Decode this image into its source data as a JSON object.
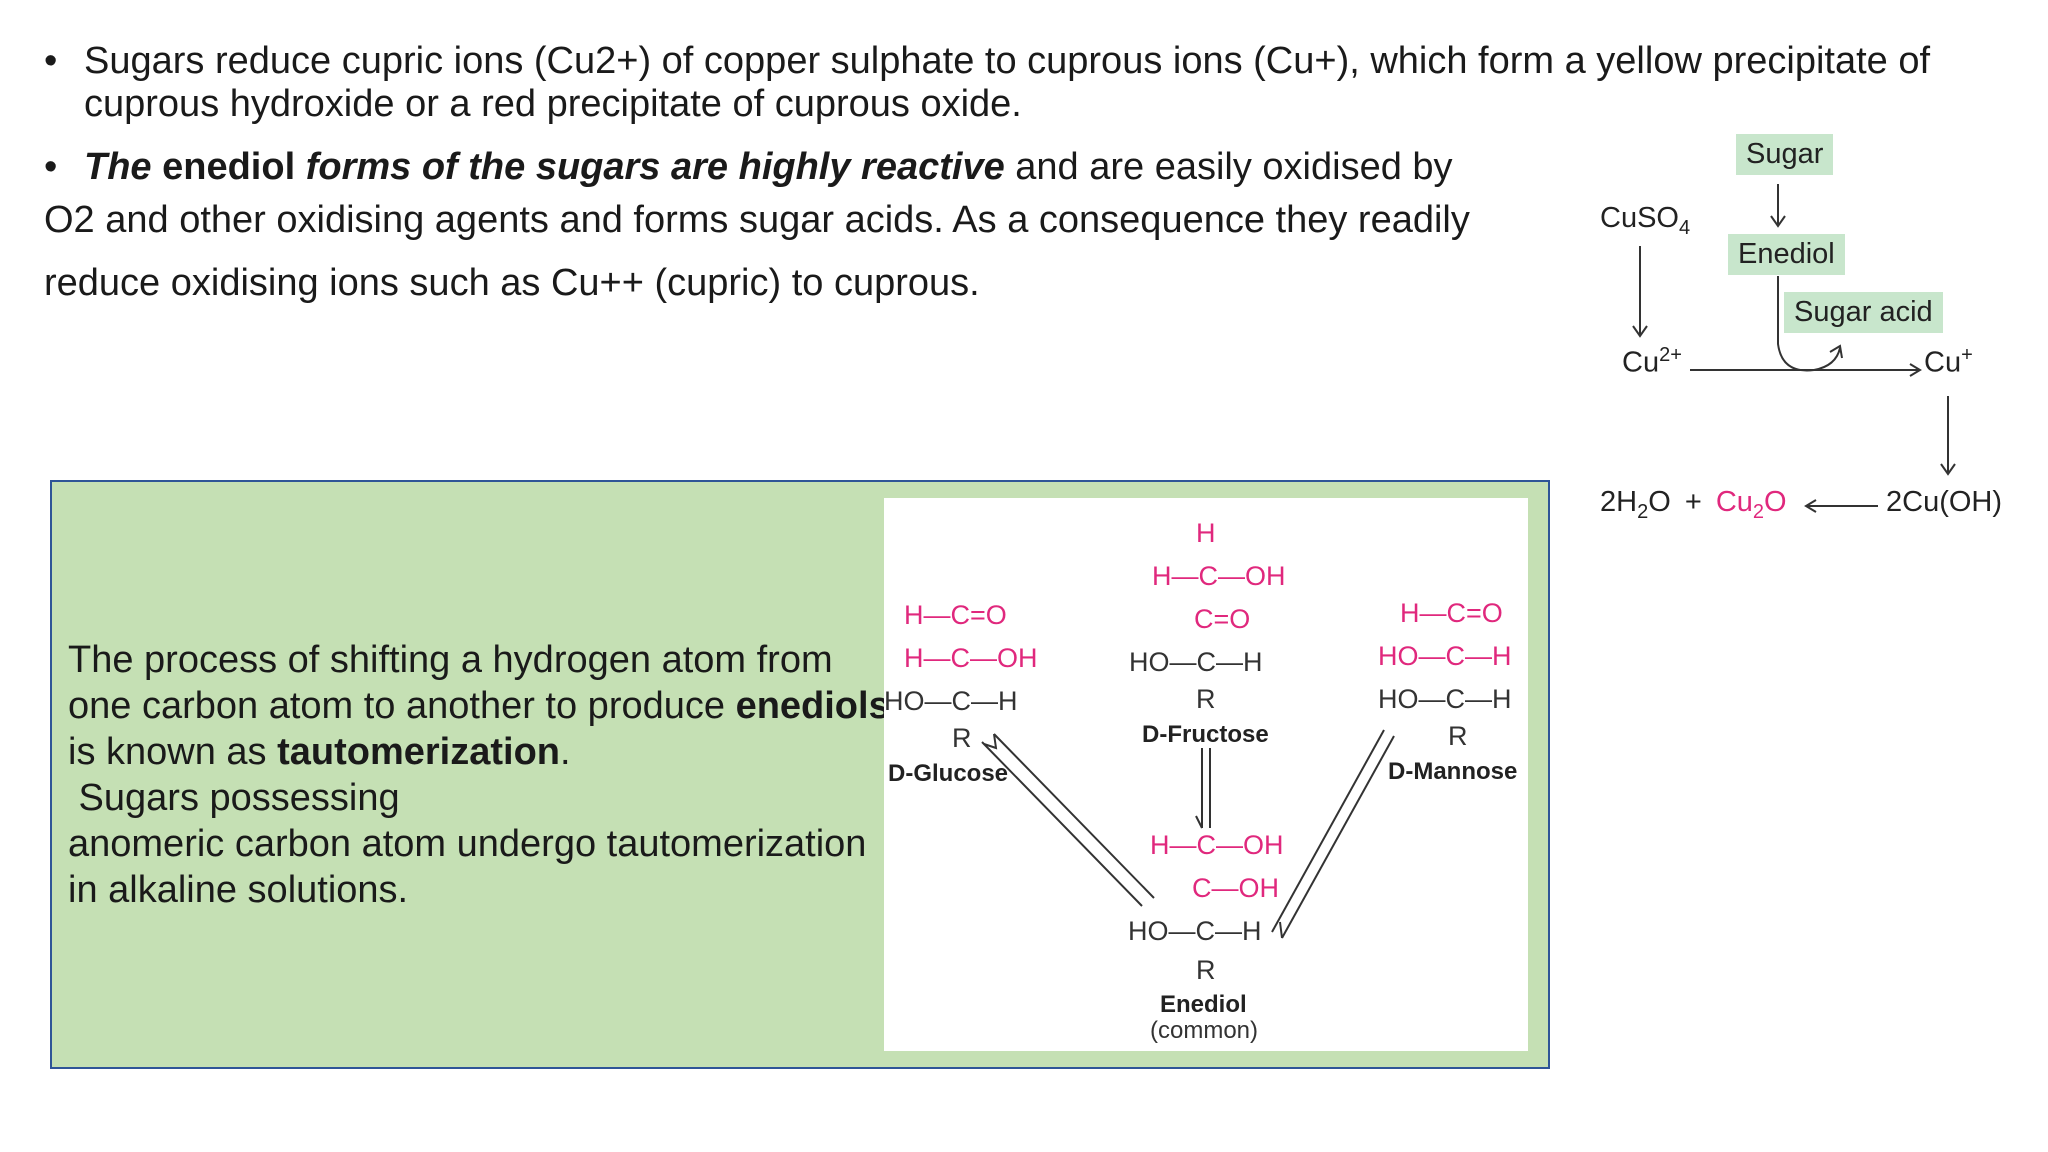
{
  "bullets": {
    "b1": {
      "marker": "•",
      "text": "Sugars reduce cupric ions (Cu2+) of copper sulphate to cuprous ions (Cu+), which form a yellow precipitate of cuprous hydroxide or a red precipitate of cuprous oxide."
    },
    "b2": {
      "marker": "•",
      "bold_italic_1": "The",
      "bold_1": " enediol ",
      "bold_italic_2": "forms of the sugars are highly reactive",
      "rest_line1": " and are easily oxidised by",
      "line2": "O2 and other oxidising agents and forms sugar acids. As a consequence they readily",
      "line3": "reduce oxidising ions such as Cu++ (cupric) to cuprous."
    }
  },
  "green_box": {
    "line1": "The process of shifting a hydrogen atom from",
    "line2_pre": "one carbon atom to another to produce ",
    "line2_bold": "enediols",
    "line3_pre": "is known as ",
    "line3_bold": "tautomerization",
    "line3_post": ".",
    "line4": " Sugars possessing",
    "line5": "anomeric carbon atom undergo tautomerization",
    "line6": "in alkaline solutions."
  },
  "figure": {
    "glucose": {
      "l1": "H—C=O",
      "l2": "H—C—OH",
      "l3": "HO—C—H",
      "l4": "R",
      "name": "D-Glucose"
    },
    "fructose": {
      "l0": "H",
      "l1": "H—C—OH",
      "l2": "C=O",
      "l3": "HO—C—H",
      "l4": "R",
      "name": "D-Fructose"
    },
    "mannose": {
      "l1": "H—C=O",
      "l2": "HO—C—H",
      "l3": "HO—C—H",
      "l4": "R",
      "name": "D-Mannose"
    },
    "enediol": {
      "l1": "H—C—OH",
      "l2": "C—OH",
      "l3": "HO—C—H",
      "l4": "R",
      "name": "Enediol",
      "sub": "(common)"
    }
  },
  "reaction": {
    "sugar": "Sugar",
    "cuso4": "CuSO",
    "cuso4_sub": "4",
    "enediol": "Enediol",
    "sugar_acid": "Sugar acid",
    "cu2": "Cu",
    "cu2_sup": "2+",
    "cu1": "Cu",
    "cu1_sup": "+",
    "h2o_a": "2H",
    "h2o_sub": "2",
    "h2o_b": "O",
    "plus": "+",
    "cu2o_a": "Cu",
    "cu2o_sub": "2",
    "cu2o_b": "O",
    "cuoh": "2Cu(OH)"
  },
  "colors": {
    "pink": "#e0287d",
    "green_box": "#c5e0b4",
    "border": "#2f5597",
    "label_bg": "#c8e6cc"
  }
}
